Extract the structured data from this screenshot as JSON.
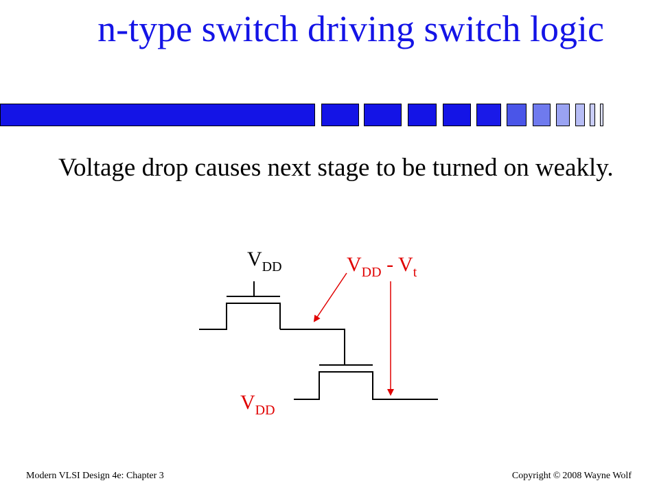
{
  "slide": {
    "title": "n-type switch driving switch logic",
    "body": "Voltage drop causes next stage to be turned on weakly.",
    "accent_color": "#1414e6",
    "title_bar_color": "#1414e6"
  },
  "diagram": {
    "label_vdd_gate": {
      "main": "V",
      "sub": "DD"
    },
    "label_vdd_vt": {
      "main": "V",
      "sub": "DD",
      "mid": " - V",
      "sub2": "t"
    },
    "label_vdd_source": {
      "main": "V",
      "sub": "DD"
    },
    "wire_color": "#000000",
    "arrow_color": "#e00000"
  },
  "footer": {
    "left": "Modern VLSI Design 4e: Chapter 3",
    "copyright_prefix": "Copyright",
    "copyright_symbol": "©",
    "copyright_rest": "2008 Wayne Wolf"
  }
}
